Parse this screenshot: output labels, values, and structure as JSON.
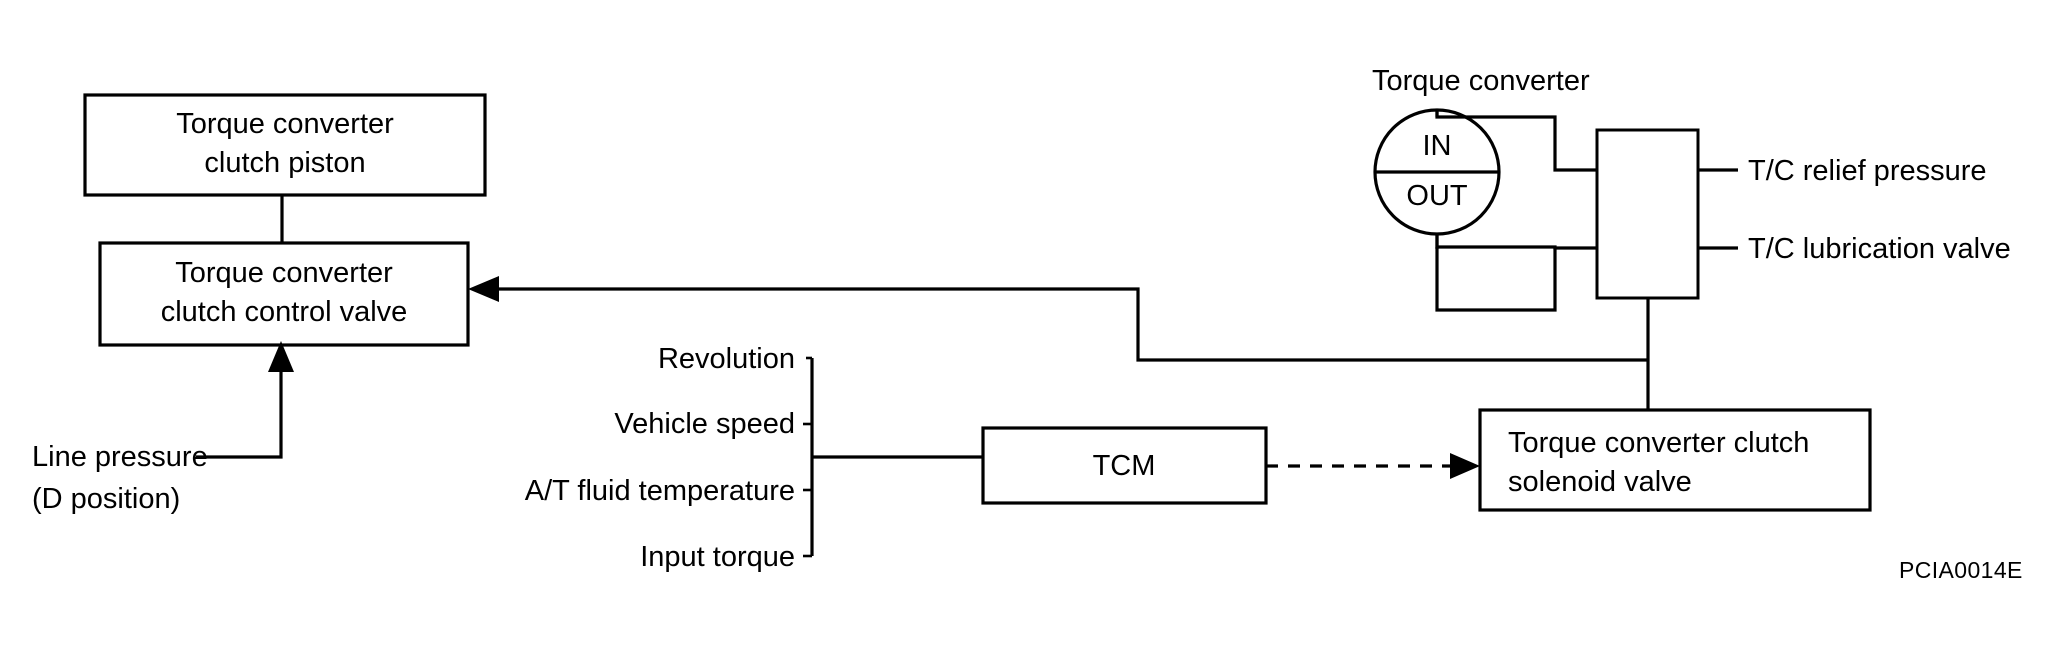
{
  "diagram": {
    "reference_code": "PCIA0014E",
    "colors": {
      "line": "#000000",
      "background": "#ffffff",
      "text": "#000000"
    },
    "boxes": {
      "clutch_piston": {
        "line1": "Torque converter",
        "line2": "clutch piston"
      },
      "clutch_control_valve": {
        "line1": "Torque converter",
        "line2": "clutch control valve"
      },
      "tcm": {
        "line1": "TCM"
      },
      "solenoid_valve": {
        "line1": "Torque converter clutch",
        "line2": "solenoid valve"
      }
    },
    "torque_converter": {
      "title": "Torque converter",
      "in_label": "IN",
      "out_label": "OUT"
    },
    "labels": {
      "line_pressure_l1": "Line pressure",
      "line_pressure_l2": "(D position)",
      "tc_relief_pressure": "T/C relief pressure",
      "tc_lubrication_valve": "T/C lubrication valve"
    },
    "inputs": [
      {
        "label": "Revolution"
      },
      {
        "label": "Vehicle speed"
      },
      {
        "label": "A/T fluid temperature"
      },
      {
        "label": "Input torque"
      }
    ]
  }
}
